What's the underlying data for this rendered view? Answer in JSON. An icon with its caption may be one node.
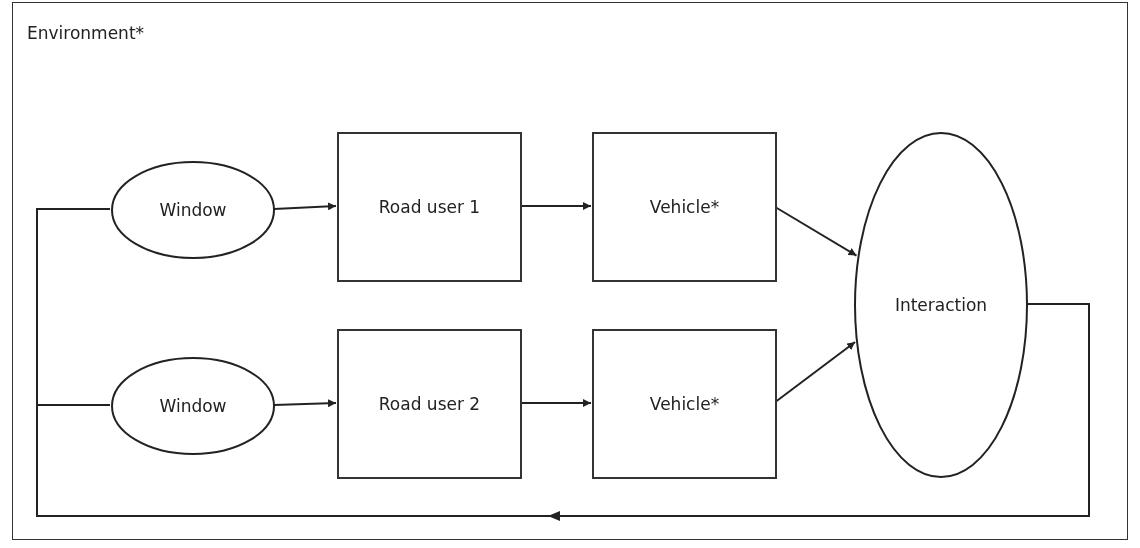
{
  "diagram": {
    "nodes": [
      {
        "text": [
          "Environment*"
        ]
      },
      {
        "text": [
          "Window"
        ],
        "in": 0
      },
      {
        "text": [
          "Road user 1"
        ],
        "in": 0
      },
      {
        "text": [
          "Vehicle*"
        ],
        "in": 0
      },
      {
        "text": [
          "Window"
        ],
        "in": 0
      },
      {
        "text": [
          "Road user 2"
        ],
        "in": 0
      },
      {
        "text": [
          "Vehicle*"
        ],
        "in": 0
      },
      {
        "text": [
          "Interaction"
        ],
        "in": 0
      }
    ],
    "edges": [
      {
        "from": 1,
        "to": 2,
        "arrow": "to"
      },
      {
        "from": 2,
        "to": 3,
        "arrow": "to"
      },
      {
        "from": 3,
        "to": 7,
        "arrow": "to"
      },
      {
        "from": 4,
        "to": 5,
        "arrow": "to"
      },
      {
        "from": 5,
        "to": 6,
        "arrow": "to"
      },
      {
        "from": 6,
        "to": 7,
        "arrow": "to"
      },
      {
        "from": 7,
        "to": 1,
        "arrow": "to"
      },
      {
        "from": 7,
        "to": 4,
        "arrow": "to"
      }
    ]
  }
}
